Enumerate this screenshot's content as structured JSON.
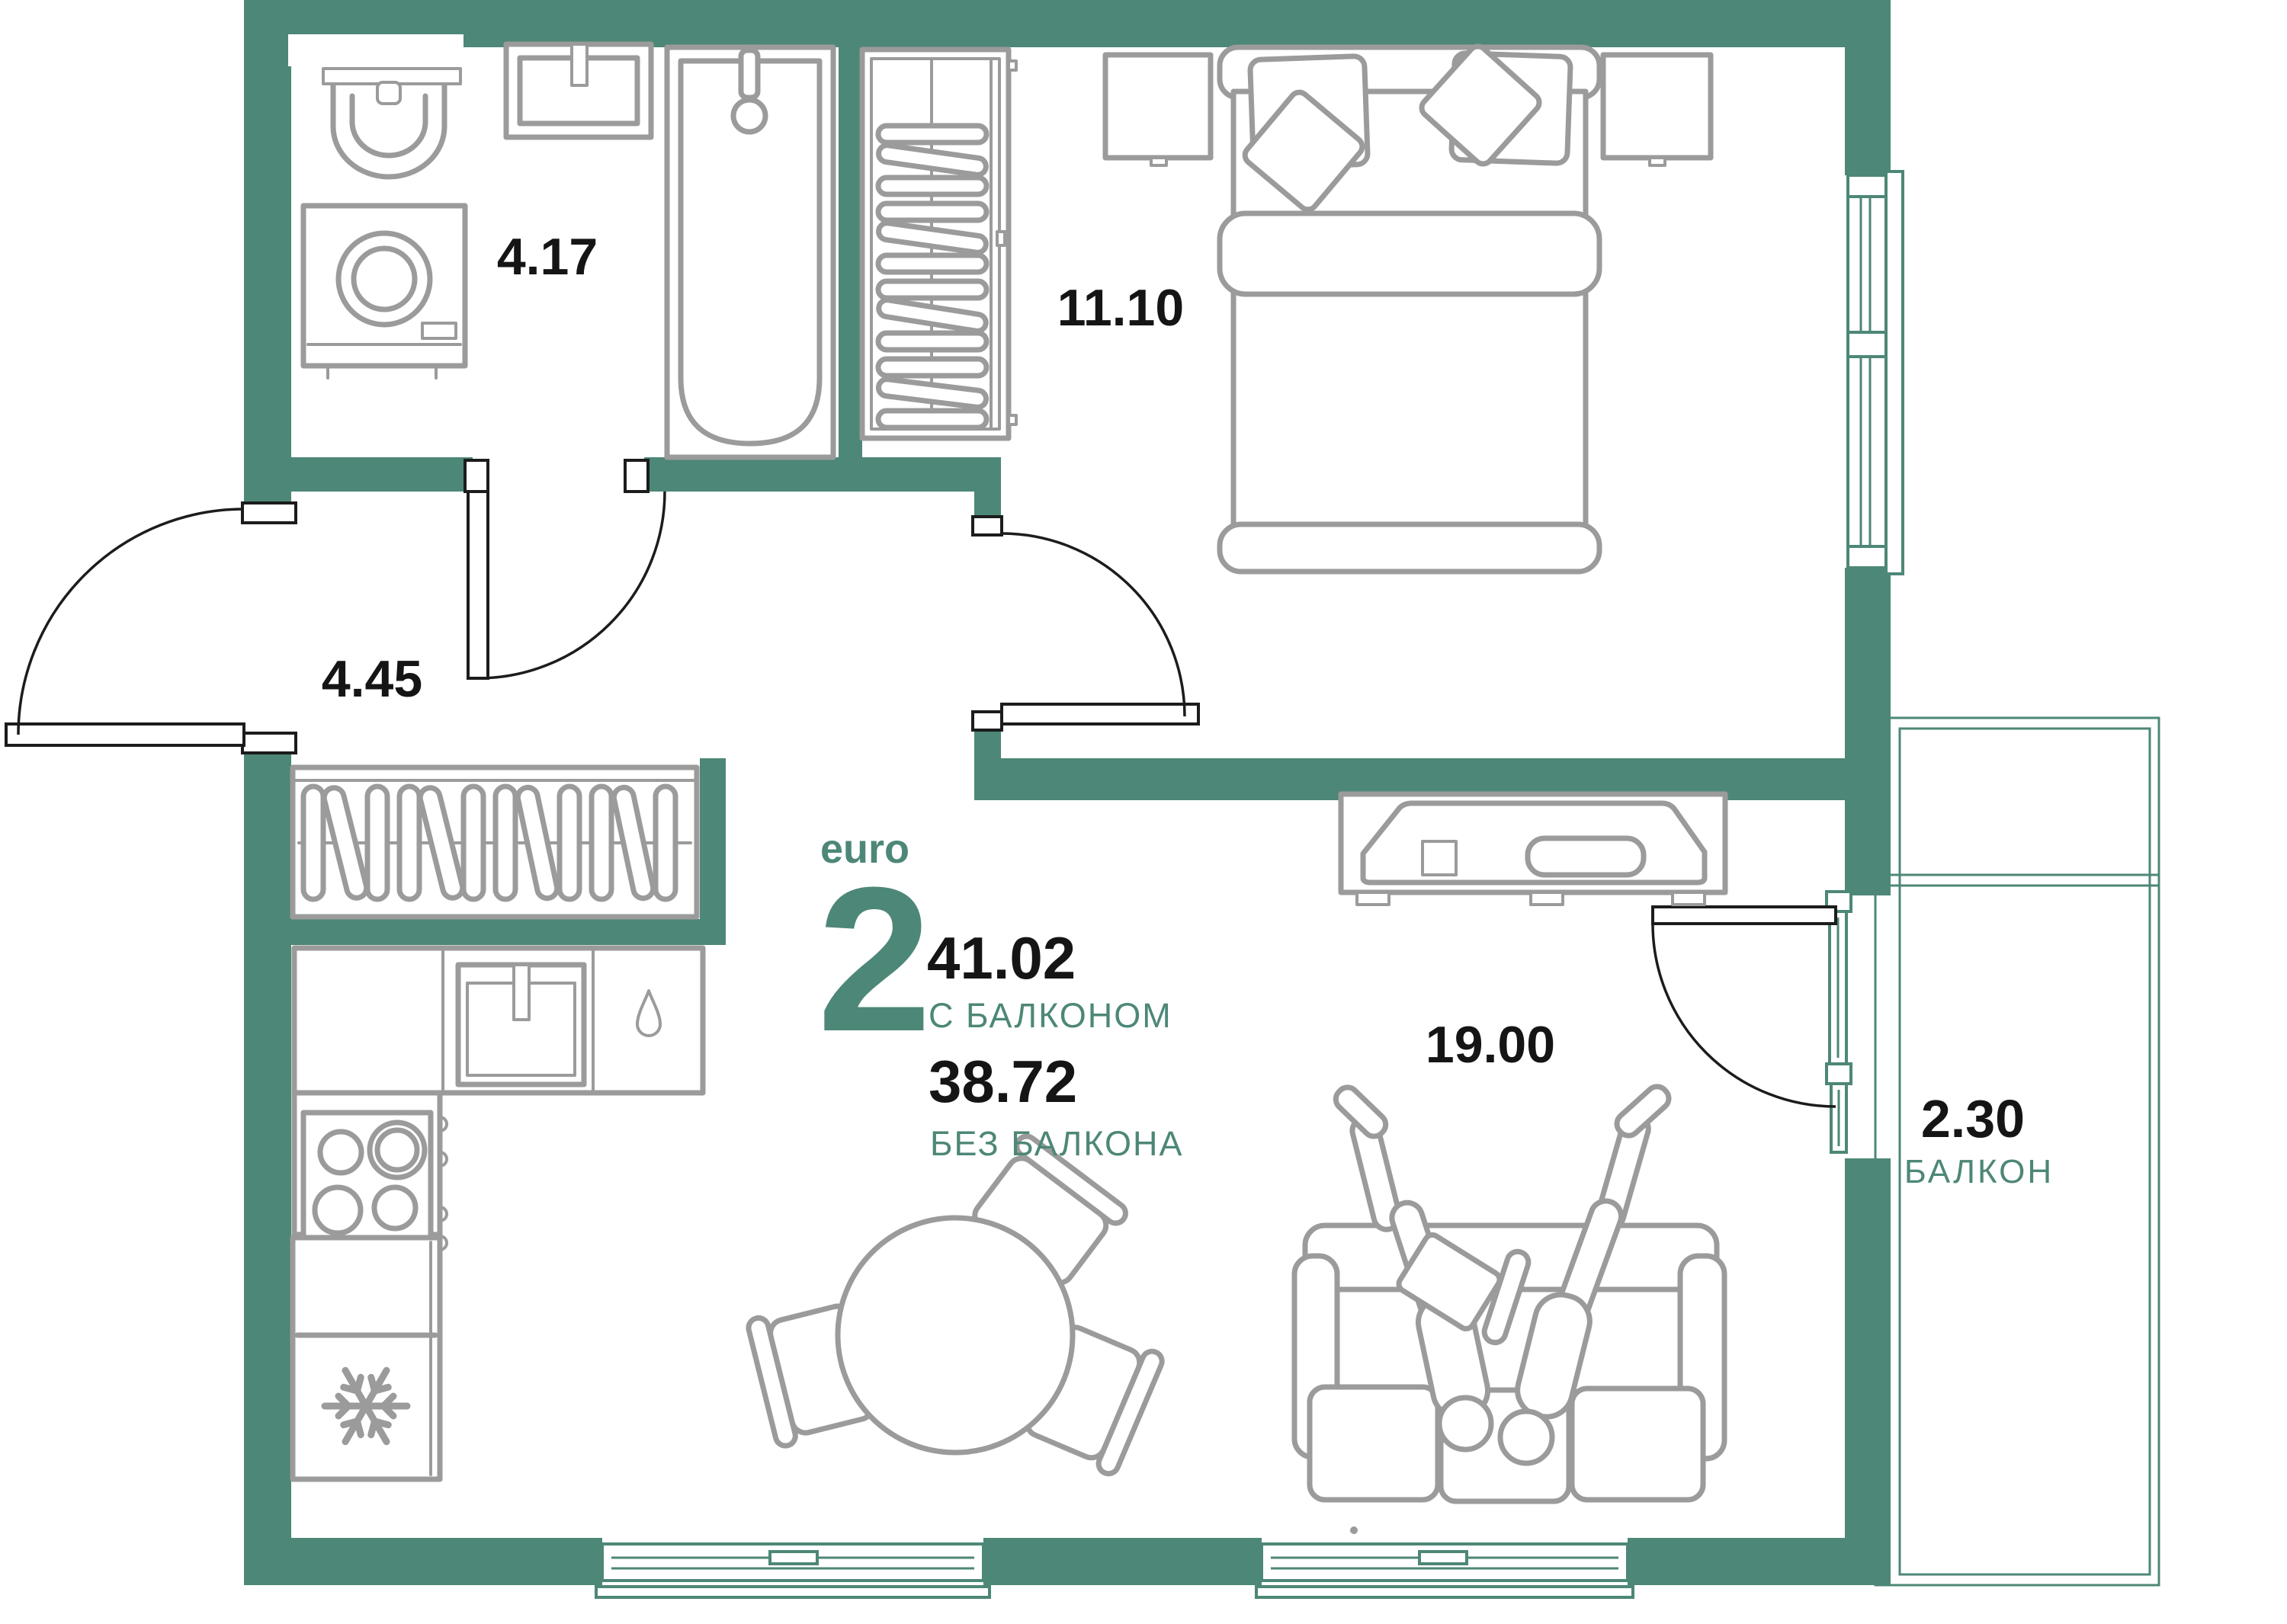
{
  "floor_plan": {
    "summary": {
      "type_label": "euro",
      "rooms_count": "2",
      "area_with_balcony": "41.02",
      "with_balcony_label": "С БАЛКОНОМ",
      "area_without_balcony": "38.72",
      "without_balcony_label": "БЕЗ БАЛКОНА"
    },
    "rooms": [
      {
        "id": "bathroom",
        "area": "4.17"
      },
      {
        "id": "hallway",
        "area": "4.45"
      },
      {
        "id": "bedroom",
        "area": "11.10"
      },
      {
        "id": "kitchen_living",
        "area": "19.00"
      },
      {
        "id": "balcony",
        "area": "2.30",
        "name": "БАЛКОН"
      }
    ],
    "colors": {
      "wall": "#4d8777",
      "accent": "#4d8777",
      "furniture_line": "#9b9b9b",
      "door_line": "#1c1c1c",
      "text_dark": "#151515"
    },
    "furniture_icons": [
      "toilet",
      "washing-machine",
      "bathroom-sink",
      "bathtub",
      "hall-closet-hangers",
      "bedroom-wardrobe-hangers",
      "double-bed",
      "pillows",
      "nightstand",
      "tv-stand",
      "sofa",
      "couple-lying",
      "round-dining-table",
      "chair",
      "kitchen-counter",
      "kitchen-sink",
      "water-drop",
      "stove-hob",
      "fridge",
      "snowflake"
    ]
  }
}
